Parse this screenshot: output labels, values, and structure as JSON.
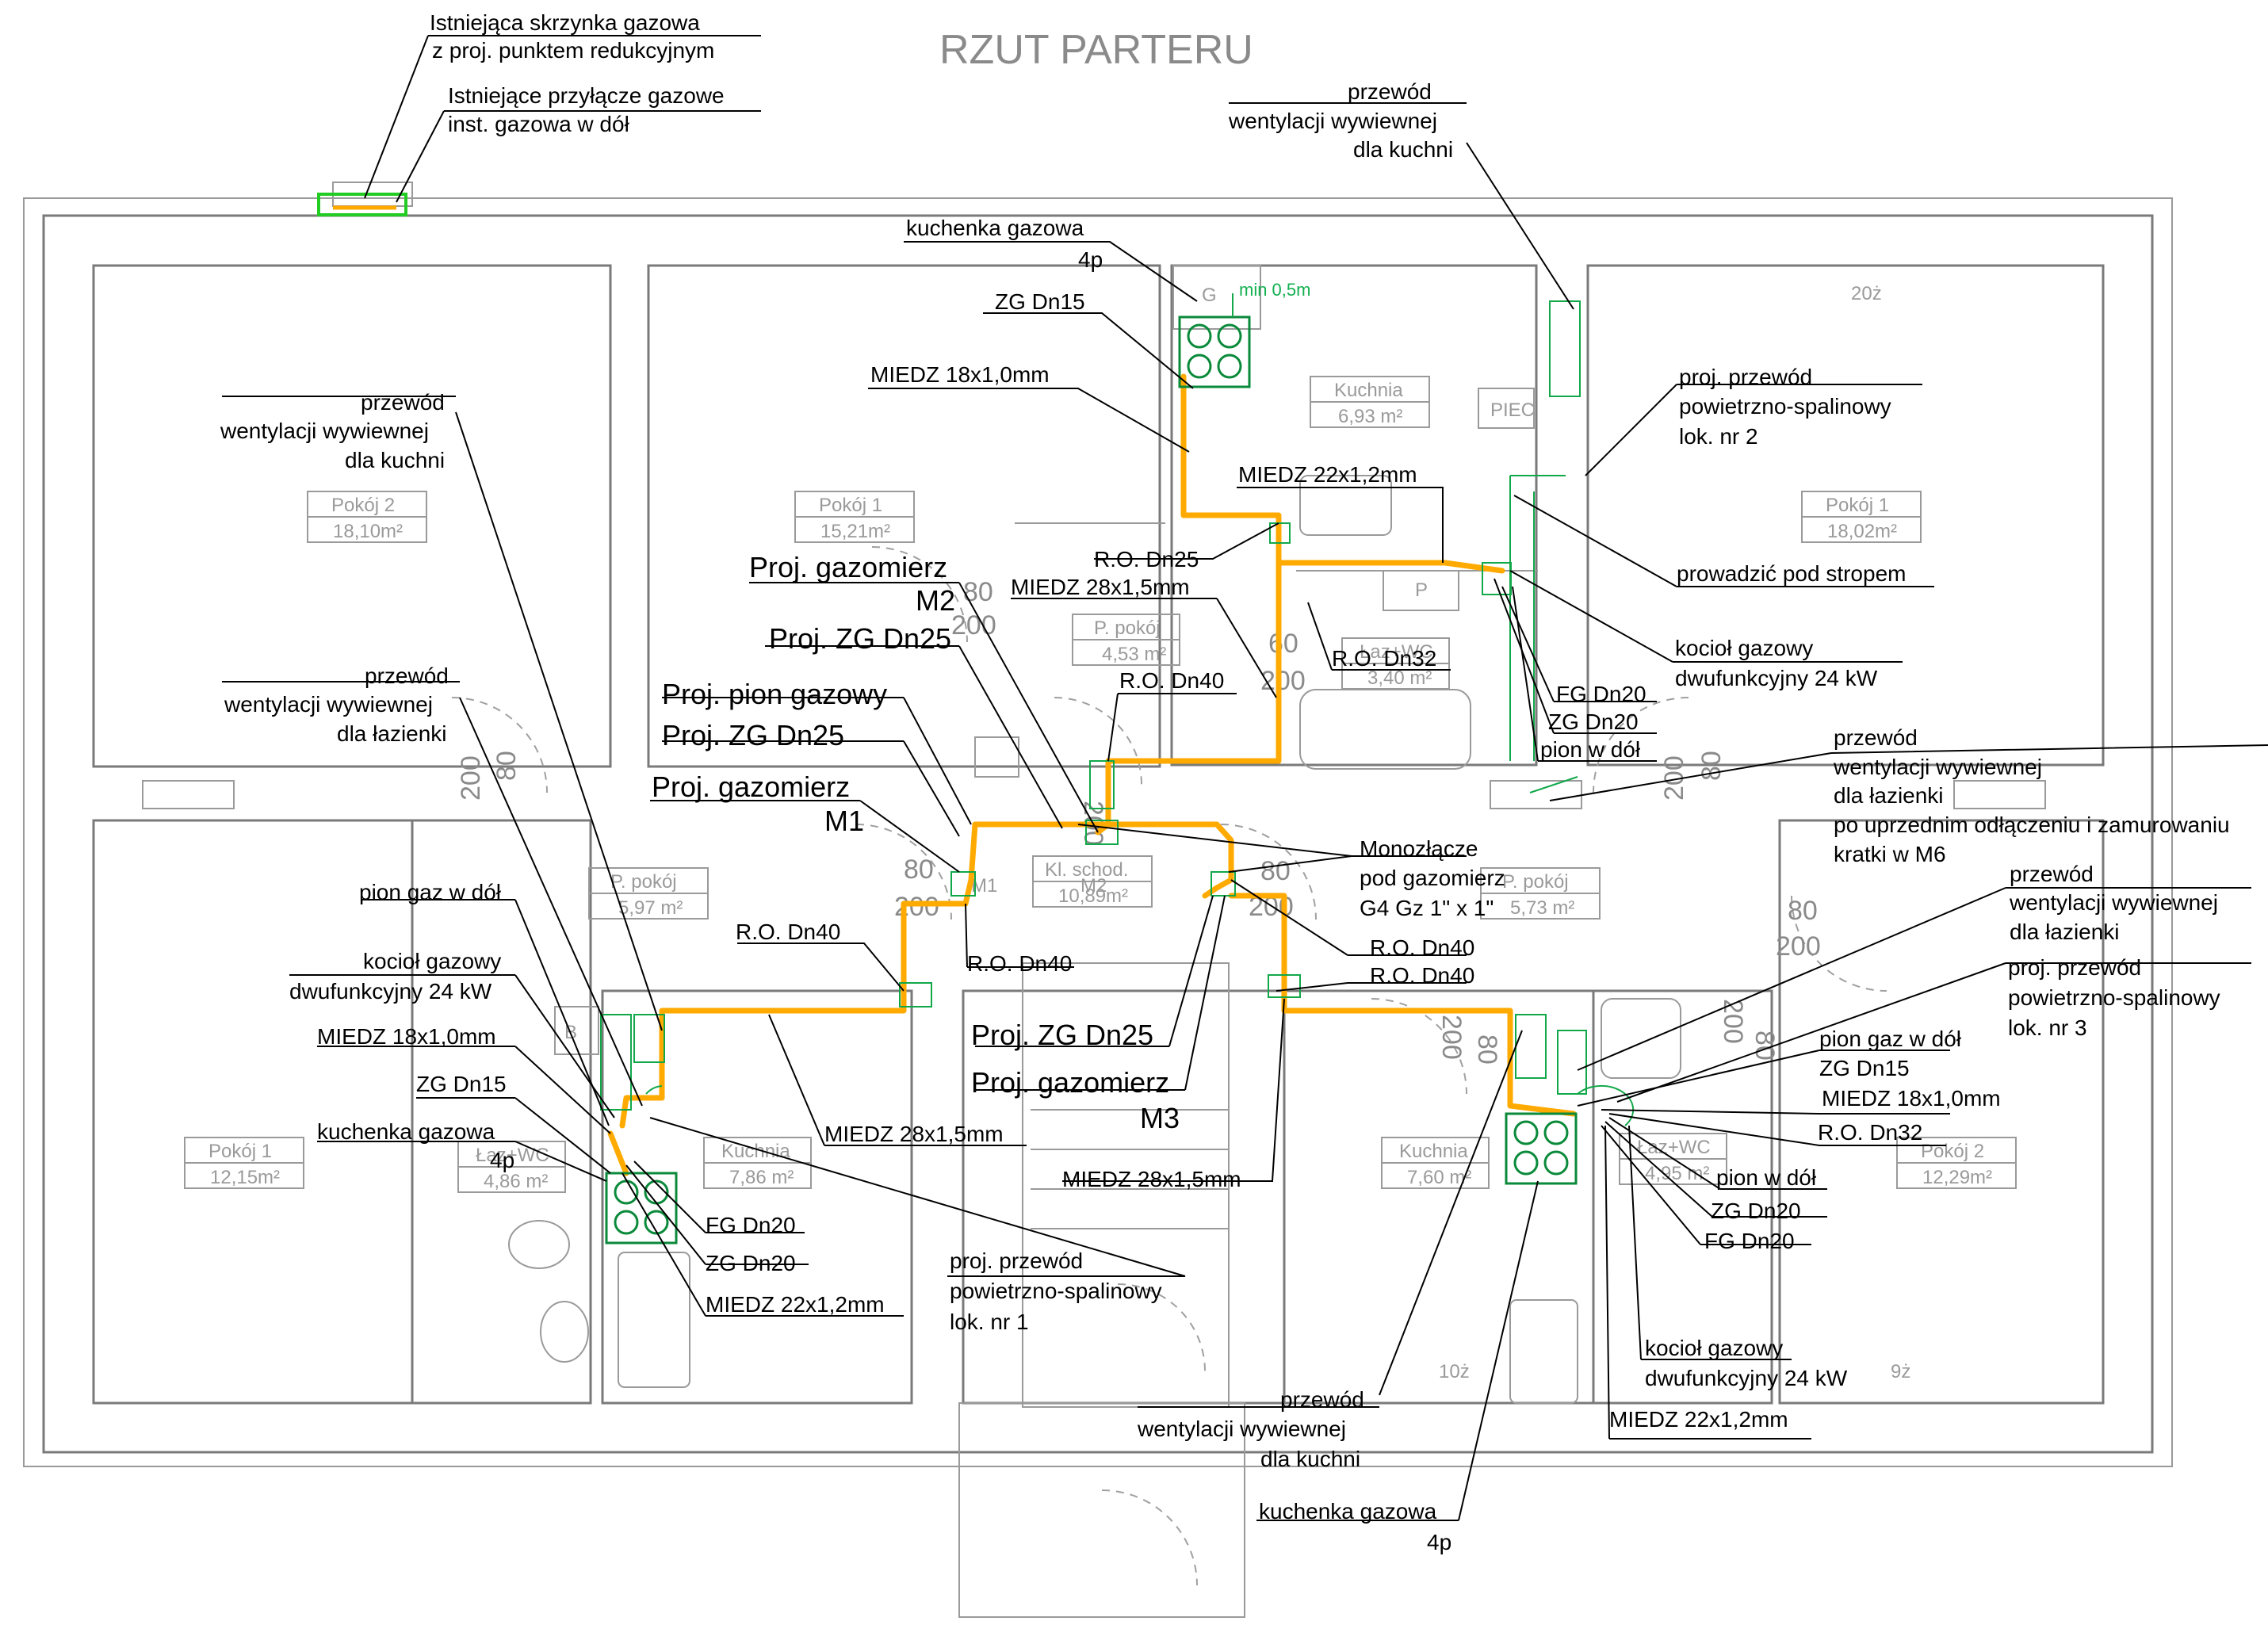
{
  "title": "RZUT PARTERU",
  "rooms": {
    "pokoj2_left": {
      "name": "Pokój 2",
      "area": "18,10m²"
    },
    "pokoj1_top": {
      "name": "Pokój 1",
      "area": "15,21m²"
    },
    "kuchnia_top": {
      "name": "Kuchnia",
      "area": "6,93 m²"
    },
    "ppokoj_top": {
      "name": "P. pokój",
      "area": "4,53 m²"
    },
    "lazwc_top": {
      "name": "Łaz+WC",
      "area": "3,40 m²"
    },
    "pokoj1_right": {
      "name": "Pokój 1",
      "area": "18,02m²"
    },
    "ppokoj_left": {
      "name": "P. pokój",
      "area": "5,97 m²"
    },
    "klschod": {
      "name": "Kl. schod.",
      "area": "10,89m²"
    },
    "ppokoj_right": {
      "name": "P. pokój",
      "area": "5,73 m²"
    },
    "pokoj1_bottomleft": {
      "name": "Pokój 1",
      "area": "12,15m²"
    },
    "lazwc_bl": {
      "name": "Łaz+WC",
      "area": "4,86 m²"
    },
    "kuchnia_bl": {
      "name": "Kuchnia",
      "area": "7,86 m²"
    },
    "kuchnia_br": {
      "name": "Kuchnia",
      "area": "7,60 m²"
    },
    "lazwc_br": {
      "name": "Łaz+WC",
      "area": "4,95 m²"
    },
    "pokoj2_br": {
      "name": "Pokój 2",
      "area": "12,29m²"
    }
  },
  "misc_marks": {
    "piec": "PIEC",
    "p": "P",
    "b": "B",
    "g": "G",
    "m1": "M1",
    "m2": "M2",
    "m3": "M3",
    "min05": "min 0,5m",
    "r20z": "20ż",
    "r10z": "10ż",
    "r9z": "9ż"
  },
  "dims": {
    "d60": "60",
    "d80": "80",
    "d200": "200"
  },
  "labels": {
    "skrzynka_1": "Istniejąca skrzynka gazowa",
    "skrzynka_2": "z proj. punktem redukcyjnym",
    "przylacze_1": "Istniejące przyłącze gazowe",
    "przylacze_2": "inst. gazowa w dół",
    "kuchenka_top_1": "kuchenka gazowa",
    "kuchenka_top_2": "4p",
    "zg15_top": "ZG Dn15",
    "miedz18_top": "MIEDZ 18x1,0mm",
    "wentkuch_top_1": "przewód",
    "wentkuch_top_2": "wentylacji wywiewnej",
    "wentkuch_top_3": "dla kuchni",
    "pps2_1": "proj. przewód",
    "pps2_2": "powietrzno-spalinowy",
    "pps2_3": "lok. nr 2",
    "miedz22_top": "MIEDZ 22x1,2mm",
    "prowadzic": "prowadzić pod stropem",
    "ro25": "R.O. Dn25",
    "miedz28_top": "MIEDZ 28x1,5mm",
    "kociol_top_1": "kocioł gazowy",
    "kociol_top_2": "dwufunkcyjny 24 kW",
    "ro32_top": "R.O. Dn32",
    "fg20_top": "FG Dn20",
    "zg20_top": "ZG Dn20",
    "pion_top": "pion w dół",
    "ro40_top": "R.O. Dn40",
    "went_laz_r_1": "przewód",
    "went_laz_r_2": "wentylacji wywiewnej",
    "went_laz_r_3": "dla łazienki",
    "went_laz_r_4": "po uprzednim odłączeniu i zamurowaniu",
    "went_laz_r_5": "kratki w M6",
    "wentkuch_left_1": "przewód",
    "wentkuch_left_2": "wentylacji wywiewnej",
    "wentkuch_left_3": "dla kuchni",
    "wentlaz_left_1": "przewód",
    "wentlaz_left_2": "wentylacji wywiewnej",
    "wentlaz_left_3": "dla łazienki",
    "gazomierz_m2_1": "Proj. gazomierz",
    "gazomierz_m2_2": "M2",
    "zg25_a": "Proj. ZG Dn25",
    "pion_gaz": "Proj. pion gazowy",
    "zg25_b": "Proj. ZG Dn25",
    "gazomierz_m1_1": "Proj. gazomierz",
    "gazomierz_m1_2": "M1",
    "monozl_1": "Monozłącze",
    "monozl_2": "pod gazomierz",
    "monozl_3": "G4 Gz 1\" x 1\"",
    "pion_gaz_dol": "pion gaz w dół",
    "kociol_l_1": "kocioł gazowy",
    "kociol_l_2": "dwufunkcyjny 24 kW",
    "miedz18_l": "MIEDZ 18x1,0mm",
    "zg15_l": "ZG Dn15",
    "kuchenka_l_1": "kuchenka gazowa",
    "kuchenka_l_2": "4p",
    "ro40_a": "R.O. Dn40",
    "ro40_b": "R.O. Dn40",
    "ro40_c": "R.O. Dn40",
    "ro40_d": "R.O. Dn40",
    "miedz28_mid": "MIEDZ 28x1,5mm",
    "zg25_c": "Proj. ZG Dn25",
    "gazomierz_m3_1": "Proj. gazomierz",
    "gazomierz_m3_2": "M3",
    "miedz28_bottom": "MIEDZ 28x1,5mm",
    "fg20_l": "FG Dn20",
    "zg20_l": "ZG Dn20",
    "miedz22_l": "MIEDZ 22x1,2mm",
    "pps1_1": "proj. przewód",
    "pps1_2": "powietrzno-spalinowy",
    "pps1_3": "lok. nr 1",
    "wentlaz_r2_1": "przewód",
    "wentlaz_r2_2": "wentylacji wywiewnej",
    "wentlaz_r2_3": "dla łazienki",
    "pps3_1": "proj. przewód",
    "pps3_2": "powietrzno-spalinowy",
    "pps3_3": "lok. nr 3",
    "piongaz_r": "pion gaz w dół",
    "zg15_r": "ZG Dn15",
    "miedz18_r": "MIEDZ 18x1,0mm",
    "ro32_r": "R.O. Dn32",
    "pion_r": "pion w dół",
    "zg20_r": "ZG Dn20",
    "fg20_r": "FG Dn20",
    "kociol_r_1": "kocioł gazowy",
    "kociol_r_2": "dwufunkcyjny 24 kW",
    "miedz22_r": "MIEDZ 22x1,2mm",
    "wentkuch_b_1": "przewód",
    "wentkuch_b_2": "wentylacji wywiewnej",
    "wentkuch_b_3": "dla kuchni",
    "kuchenka_b_1": "kuchenka gazowa",
    "kuchenka_b_2": "4p"
  }
}
